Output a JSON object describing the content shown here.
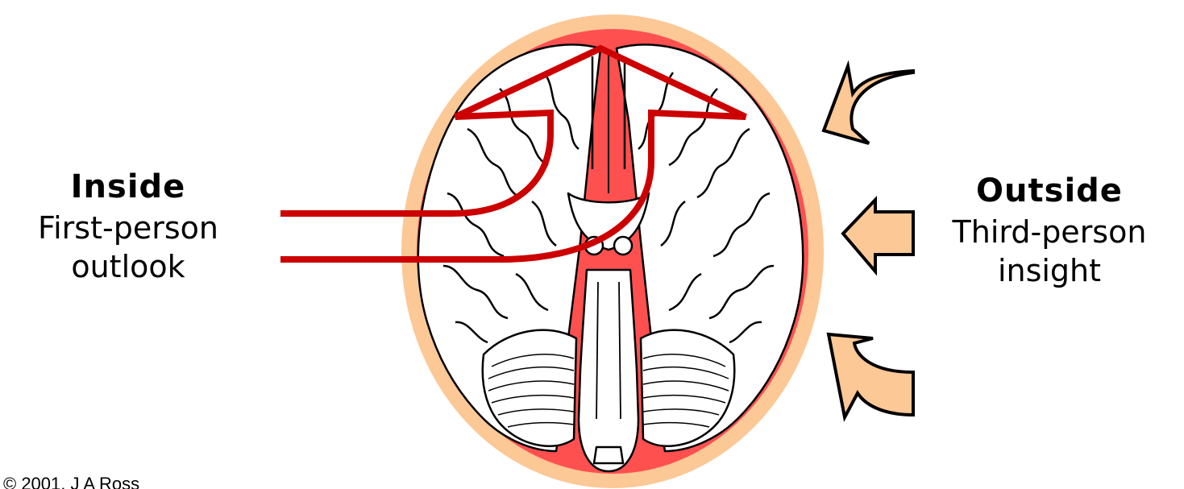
{
  "inside": {
    "heading": "Inside",
    "subtitle_line1": "First-person",
    "subtitle_line2": "outlook"
  },
  "outside": {
    "heading": "Outside",
    "subtitle_line1": "Third-person",
    "subtitle_line2": "insight"
  },
  "footer": {
    "copyright": "© 2001, J A Ross"
  },
  "colors": {
    "head_outer": "#FBC896",
    "head_inner": "#FF5050",
    "inside_arrow": "#CC0000",
    "outside_arrows": "#FBC896",
    "brain_fill": "#FFFFFF",
    "brain_line": "#000000"
  },
  "icons": [
    "brain-icon",
    "curved-arrow-icon",
    "straight-arrow-icon"
  ]
}
